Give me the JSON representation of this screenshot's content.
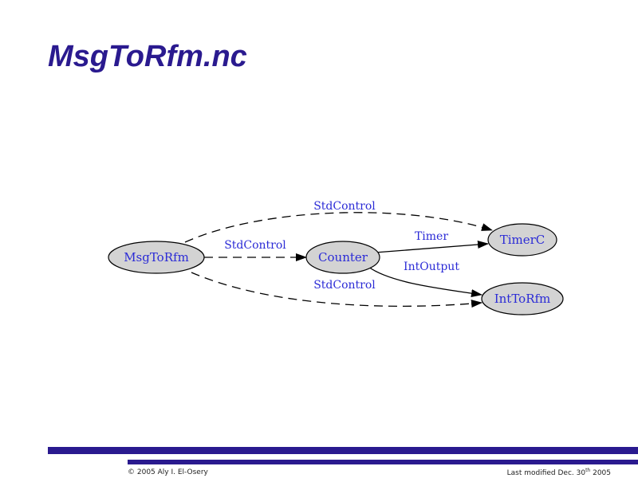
{
  "slide": {
    "title": "MsgToRfm.nc"
  },
  "diagram": {
    "nodes": {
      "msgtorfm": "MsgToRfm",
      "counter": "Counter",
      "timerc": "TimerC",
      "inttorfm": "IntToRfm"
    },
    "edges": {
      "top_stdcontrol": "StdControl",
      "mid_stdcontrol": "StdControl",
      "bottom_stdcontrol": "StdControl",
      "timer": "Timer",
      "intoutput": "IntOutput"
    }
  },
  "footer": {
    "copyright": "© 2005 Aly I. El-Osery",
    "modified_prefix": "Last modified Dec. 30",
    "modified_sup": "th",
    "modified_suffix": " 2005"
  },
  "colors": {
    "title": "#2a1a8f",
    "node_fill": "#d3d3d3",
    "node_text": "#2b2bd6",
    "bar": "#2a1a8f"
  }
}
